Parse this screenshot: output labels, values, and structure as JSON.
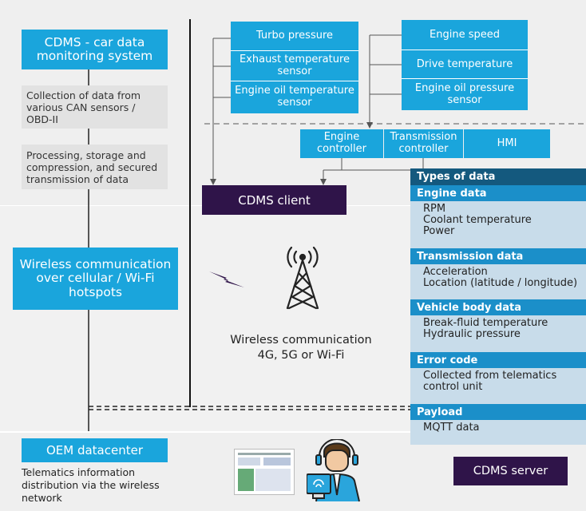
{
  "left": {
    "cdms_system": "CDMS - car data monitoring system",
    "collection": "Collection of data from various CAN sensors / OBD-II",
    "processing": "Processing, storage and compression, and secured transmission of data",
    "wireless_box": "Wireless communication over cellular / Wi-Fi hotspots",
    "oem_datacenter": "OEM datacenter",
    "telematics": "Telematics information distribution via the wireless network"
  },
  "sensors_left": [
    "Turbo pressure",
    "Exhaust temperature sensor",
    "Engine oil temperature sensor"
  ],
  "sensors_right": [
    "Engine speed",
    "Drive temperature",
    "Engine oil pressure sensor"
  ],
  "controllers": [
    "Engine controller",
    "Transmission controller",
    "HMI"
  ],
  "cdms_client": "CDMS client",
  "cdms_server": "CDMS server",
  "wireless_label": "Wireless communication\n4G, 5G or Wi-Fi",
  "types_of_data": {
    "title": "Types of data",
    "groups": [
      {
        "name": "Engine data",
        "items": "RPM\nCoolant temperature\nPower"
      },
      {
        "name": "Transmission data",
        "items": "Acceleration\nLocation (latitude / longitude)"
      },
      {
        "name": "Vehicle body data",
        "items": "Break-fluid temperature\nHydraulic pressure"
      },
      {
        "name": "Error code",
        "items": "Collected from telematics\ncontrol unit"
      },
      {
        "name": "Payload",
        "items": "MQTT data"
      }
    ]
  },
  "colors": {
    "accent": "#1aa5dc",
    "dark_purple": "#2f1449",
    "types_header": "#14597e",
    "types_group": "#1b8fc9"
  }
}
